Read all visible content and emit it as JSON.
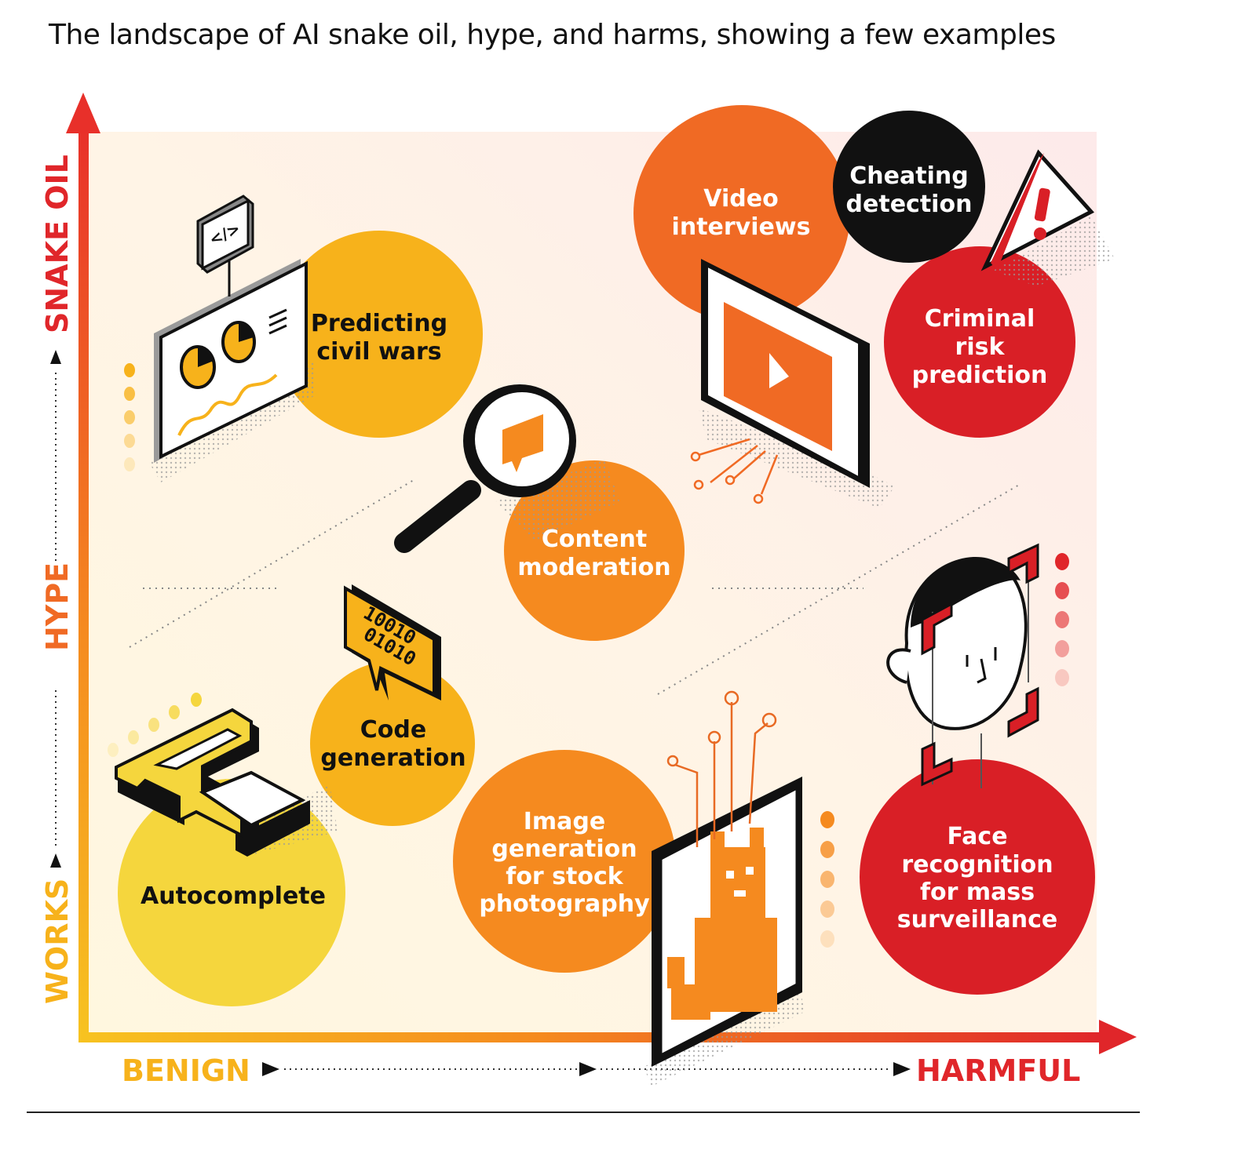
{
  "title": "The landscape of AI snake oil, hype, and harms, showing a few examples",
  "axes": {
    "y_labels": [
      "WORKS",
      "HYPE",
      "SNAKE OIL"
    ],
    "x_labels": [
      "BENIGN",
      "HARMFUL"
    ]
  },
  "colors": {
    "yellow": "#f5d63d",
    "amber": "#f7b21b",
    "orange": "#f58a1f",
    "deep_orange": "#f06a24",
    "red": "#d91f26",
    "black": "#111111"
  },
  "items": {
    "autocomplete": "Autocomplete",
    "code_generation": [
      "Code",
      "generation"
    ],
    "predicting_civil_wars": [
      "Predicting",
      "civil wars"
    ],
    "content_moderation": [
      "Content",
      "moderation"
    ],
    "image_generation": [
      "Image",
      "generation",
      "for stock",
      "photography"
    ],
    "video_interviews": [
      "Video",
      "interviews"
    ],
    "cheating_detection": [
      "Cheating",
      "detection"
    ],
    "criminal_risk": [
      "Criminal",
      "risk",
      "prediction"
    ],
    "face_recognition": [
      "Face",
      "recognition",
      "for mass",
      "surveillance"
    ]
  },
  "illustration_text": {
    "code_tag": "</>",
    "binary_line1": "10010",
    "binary_line2": "01010"
  }
}
